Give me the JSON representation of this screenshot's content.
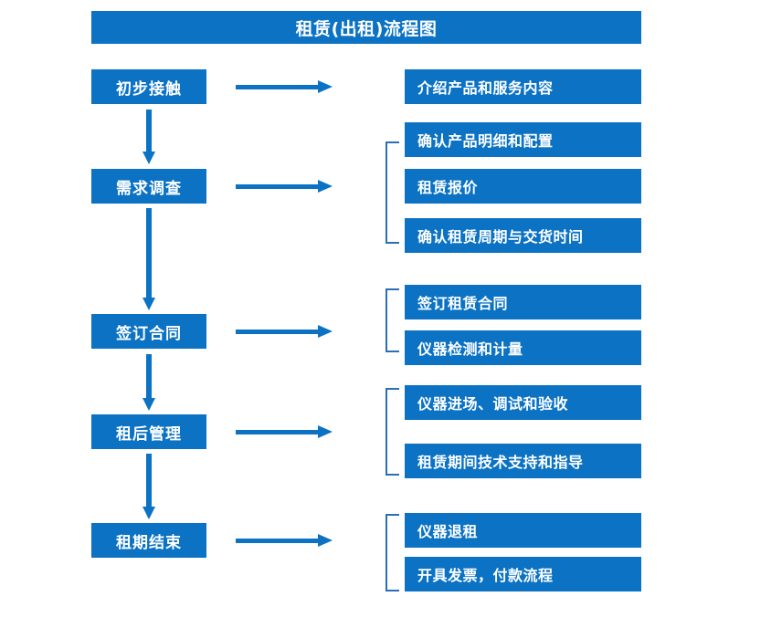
{
  "diagram": {
    "title": "租赁(出租)流程图",
    "accent_color": "#0b72c4",
    "bracket_color": "#2a6fb5",
    "text_color": "#ffffff",
    "background_color": "#ffffff",
    "stages": [
      {
        "label": "初步接触"
      },
      {
        "label": "需求调查"
      },
      {
        "label": "签订合同"
      },
      {
        "label": "租后管理"
      },
      {
        "label": "租期结束"
      }
    ],
    "detail_groups": [
      {
        "stage": "初步接触",
        "has_bracket": false,
        "items": [
          {
            "label": "介绍产品和服务内容"
          }
        ]
      },
      {
        "stage": "需求调查",
        "has_bracket": true,
        "items": [
          {
            "label": "确认产品明细和配置"
          },
          {
            "label": "租赁报价"
          },
          {
            "label": "确认租赁周期与交货时间"
          }
        ]
      },
      {
        "stage": "签订合同",
        "has_bracket": true,
        "items": [
          {
            "label": "签订租赁合同"
          },
          {
            "label": "仪器检测和计量"
          }
        ]
      },
      {
        "stage": "租后管理",
        "has_bracket": true,
        "items": [
          {
            "label": "仪器进场、调试和验收"
          },
          {
            "label": "租赁期间技术支持和指导"
          }
        ]
      },
      {
        "stage": "租期结束",
        "has_bracket": true,
        "items": [
          {
            "label": "仪器退租"
          },
          {
            "label": "开具发票，付款流程"
          }
        ]
      }
    ]
  },
  "chart_data": {
    "type": "diagram",
    "title": "租赁(出租)流程图",
    "flow": [
      {
        "stage": "初步接触",
        "details": [
          "介绍产品和服务内容"
        ]
      },
      {
        "stage": "需求调查",
        "details": [
          "确认产品明细和配置",
          "租赁报价",
          "确认租赁周期与交货时间"
        ]
      },
      {
        "stage": "签订合同",
        "details": [
          "签订租赁合同",
          "仪器检测和计量"
        ]
      },
      {
        "stage": "租后管理",
        "details": [
          "仪器进场、调试和验收",
          "租赁期间技术支持和指导"
        ]
      },
      {
        "stage": "租期结束",
        "details": [
          "仪器退租",
          "开具发票，付款流程"
        ]
      }
    ]
  }
}
